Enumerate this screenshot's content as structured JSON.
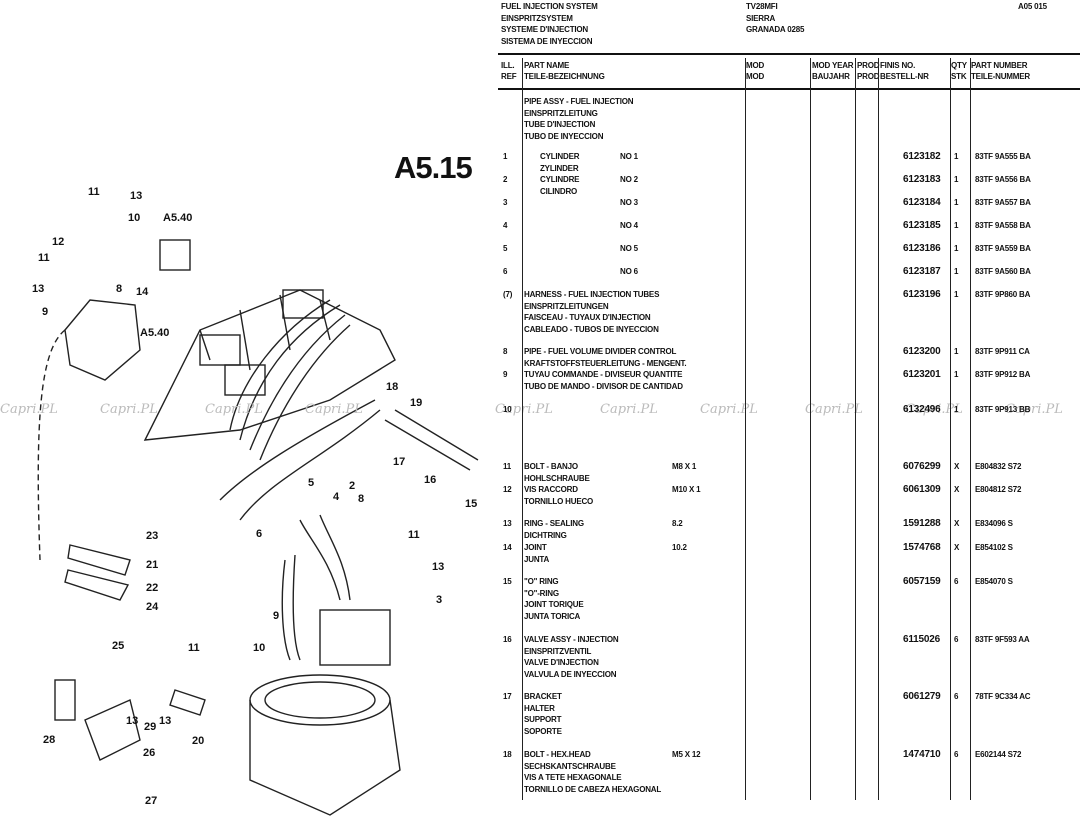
{
  "header": {
    "title_lines": [
      "FUEL INJECTION SYSTEM",
      "EINSPRITZSYSTEM",
      "SYSTEME D'INJECTION",
      "SISTEMA DE INYECCION"
    ],
    "model_lines": [
      "TV28MFI",
      "SIERRA",
      "GRANADA 0285"
    ],
    "page_code": "A05 015"
  },
  "columns": {
    "ref": [
      "ILL.",
      "REF"
    ],
    "name": [
      "PART NAME",
      "TEILE-BEZEICHNUNG"
    ],
    "mod": [
      "MOD",
      "MOD"
    ],
    "year": [
      "MOD YEAR",
      "BAUJAHR"
    ],
    "prod": [
      "PROD",
      "PROD"
    ],
    "fins": [
      "FINIS NO.",
      "BESTELL-NR"
    ],
    "qty": [
      "QTY",
      "STK"
    ],
    "part": [
      "PART NUMBER",
      "TEILE-NUMMER"
    ]
  },
  "group_heading": [
    "PIPE ASSY - FUEL INJECTION",
    "EINSPRITZLEITUNG",
    "TUBE D'INJECTION",
    "TUBO DE INYECCION"
  ],
  "section_label": "A5.15",
  "rows": [
    {
      "ref": "1",
      "name": [
        "CYLINDER",
        "ZYLINDER"
      ],
      "spec": "NO 1",
      "fins": "6123182",
      "qty": "1",
      "part": "83TF 9A555 BA"
    },
    {
      "ref": "2",
      "name": [
        "CYLINDRE",
        "CILINDRO"
      ],
      "spec": "NO 2",
      "fins": "6123183",
      "qty": "1",
      "part": "83TF 9A556 BA"
    },
    {
      "ref": "3",
      "name": [],
      "spec": "NO 3",
      "fins": "6123184",
      "qty": "1",
      "part": "83TF 9A557 BA"
    },
    {
      "ref": "4",
      "name": [],
      "spec": "NO 4",
      "fins": "6123185",
      "qty": "1",
      "part": "83TF 9A558 BA"
    },
    {
      "ref": "5",
      "name": [],
      "spec": "NO 5",
      "fins": "6123186",
      "qty": "1",
      "part": "83TF 9A559 BA"
    },
    {
      "ref": "6",
      "name": [],
      "spec": "NO 6",
      "fins": "6123187",
      "qty": "1",
      "part": "83TF 9A560 BA"
    },
    {
      "ref": "(7)",
      "name": [
        "HARNESS - FUEL INJECTION TUBES",
        "EINSPRITZLEITUNGEN",
        "FAISCEAU - TUYAUX D'INJECTION",
        "CABLEADO - TUBOS DE INYECCION"
      ],
      "spec": "",
      "fins": "6123196",
      "qty": "1",
      "part": "83TF 9P860 BA"
    },
    {
      "ref": "8",
      "name": [
        "PIPE - FUEL VOLUME DIVIDER CONTROL",
        "KRAFTSTOFFSTEUERLEITUNG - MENGENT."
      ],
      "spec": "",
      "fins": "6123200",
      "qty": "1",
      "part": "83TF 9P911 CA"
    },
    {
      "ref": "9",
      "name": [
        "TUYAU COMMANDE - DIVISEUR QUANTITE",
        "TUBO DE MANDO - DIVISOR DE CANTIDAD"
      ],
      "spec": "",
      "fins": "6123201",
      "qty": "1",
      "part": "83TF 9P912 BA"
    },
    {
      "ref": "10",
      "name": [],
      "spec": "",
      "fins": "6132496",
      "qty": "1",
      "part": "83TF 9P913 BB"
    },
    {
      "ref": "11",
      "name": [
        "BOLT - BANJO",
        "HOHLSCHRAUBE"
      ],
      "spec": "M8 X 1",
      "fins": "6076299",
      "qty": "X",
      "part": "E804832 S72"
    },
    {
      "ref": "12",
      "name": [
        "VIS RACCORD",
        "TORNILLO HUECO"
      ],
      "spec": "M10 X 1",
      "fins": "6061309",
      "qty": "X",
      "part": "E804812 S72"
    },
    {
      "ref": "13",
      "name": [
        "RING - SEALING",
        "DICHTRING"
      ],
      "spec": "8.2",
      "fins": "1591288",
      "qty": "X",
      "part": "E834096 S"
    },
    {
      "ref": "14",
      "name": [
        "JOINT",
        "JUNTA"
      ],
      "spec": "10.2",
      "fins": "1574768",
      "qty": "X",
      "part": "E854102 S"
    },
    {
      "ref": "15",
      "name": [
        "\"O\" RING",
        "\"O\"-RING",
        "JOINT TORIQUE",
        "JUNTA TORICA"
      ],
      "spec": "",
      "fins": "6057159",
      "qty": "6",
      "part": "E854070 S"
    },
    {
      "ref": "16",
      "name": [
        "VALVE ASSY - INJECTION",
        "EINSPRITZVENTIL",
        "VALVE D'INJECTION",
        "VALVULA DE INYECCION"
      ],
      "spec": "",
      "fins": "6115026",
      "qty": "6",
      "part": "83TF 9F593 AA"
    },
    {
      "ref": "17",
      "name": [
        "BRACKET",
        "HALTER",
        "SUPPORT",
        "SOPORTE"
      ],
      "spec": "",
      "fins": "6061279",
      "qty": "6",
      "part": "78TF 9C334 AC"
    },
    {
      "ref": "18",
      "name": [
        "BOLT - HEX.HEAD",
        "SECHSKANTSCHRAUBE",
        "VIS A TETE HEXAGONALE",
        "TORNILLO DE CABEZA HEXAGONAL"
      ],
      "spec": "M5 X 12",
      "fins": "1474710",
      "qty": "6",
      "part": "E602144 S72"
    }
  ],
  "watermark": "Capri.PL",
  "diagram_callouts": [
    "11",
    "13",
    "10",
    "A5.40",
    "12",
    "11",
    "13",
    "8",
    "14",
    "9",
    "A5.40",
    "18",
    "19",
    "17",
    "16",
    "15",
    "5",
    "2",
    "4",
    "8",
    "6",
    "11",
    "13",
    "3",
    "9",
    "10",
    "23",
    "21",
    "22",
    "24",
    "25",
    "11",
    "13",
    "29",
    "13",
    "20",
    "28",
    "26",
    "27"
  ]
}
